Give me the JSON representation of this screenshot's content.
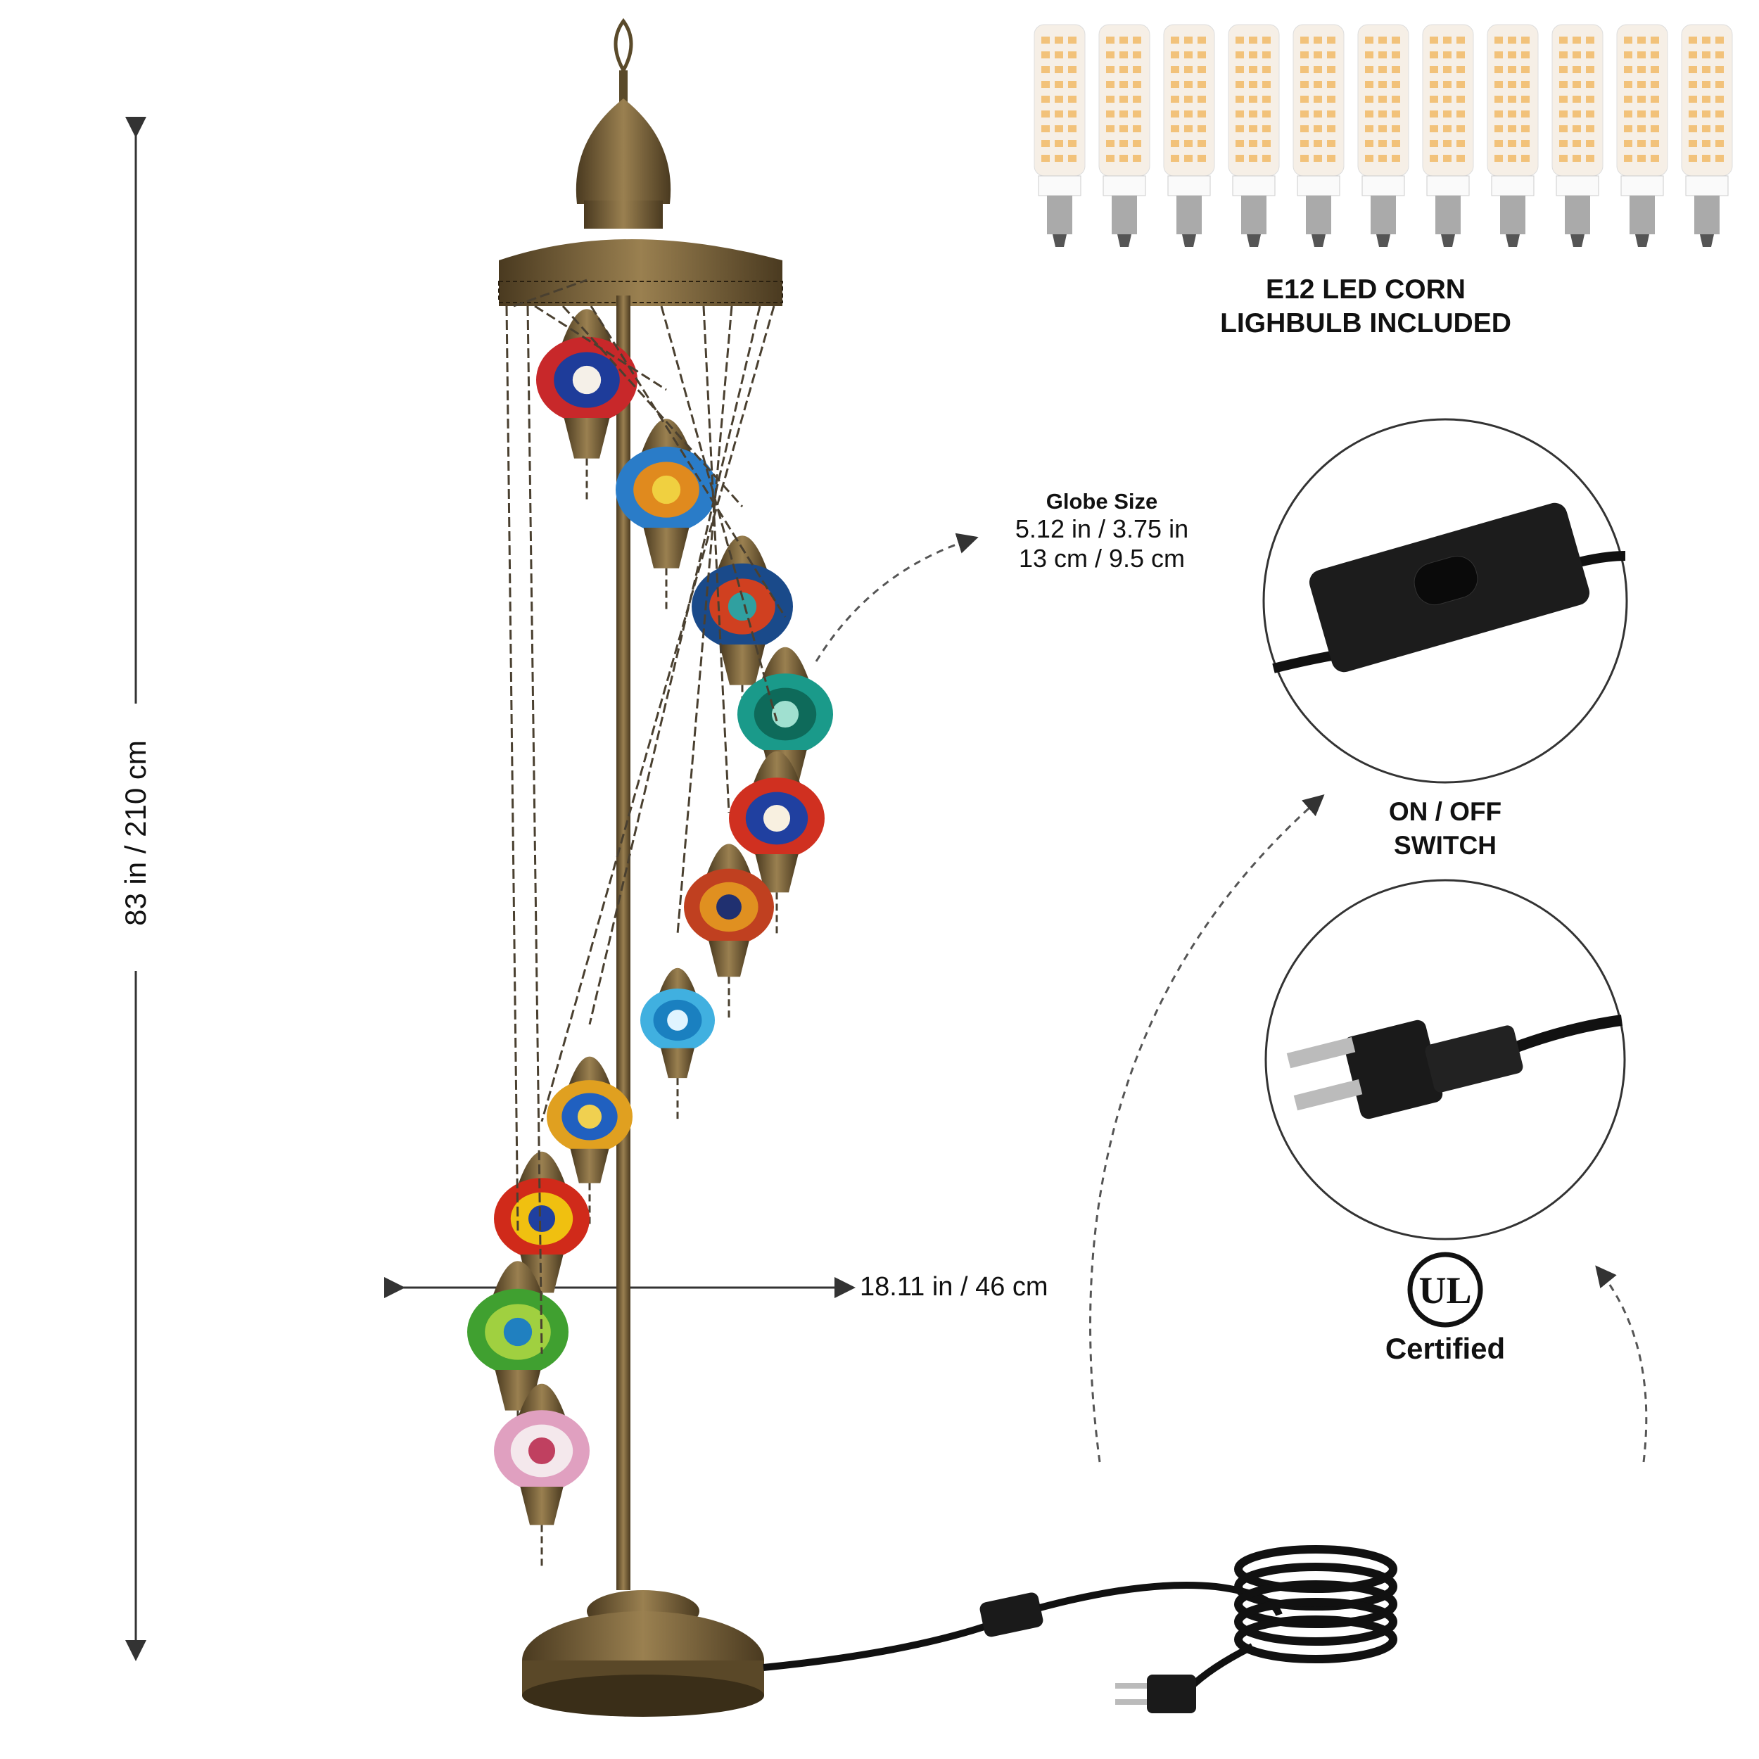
{
  "height_dimension": {
    "label": "83 in / 210 cm"
  },
  "width_dimension": {
    "label": "18.11 in / 46 cm"
  },
  "globe_size": {
    "title": "Globe Size",
    "line1": "5.12 in / 3.75 in",
    "line2": "13 cm / 9.5 cm"
  },
  "bulbs": {
    "count": 11,
    "line1": "E12 LED CORN",
    "line2": "LIGHBULB INCLUDED"
  },
  "switch_callout": {
    "line1": "ON / OFF",
    "line2": "SWITCH"
  },
  "certification": {
    "logo": "UL",
    "label": "Certified"
  },
  "globes": [
    {
      "colors": [
        "#c8282a",
        "#1e3c9a",
        "#f5f0e8"
      ]
    },
    {
      "colors": [
        "#2a7cc8",
        "#e08a1e",
        "#f0d040"
      ]
    },
    {
      "colors": [
        "#1a4a8a",
        "#d04020",
        "#30a0a0"
      ]
    },
    {
      "colors": [
        "#1a9a8a",
        "#0e6a5a",
        "#a0e0d0"
      ]
    },
    {
      "colors": [
        "#d03020",
        "#2040a0",
        "#f8f0e0"
      ]
    },
    {
      "colors": [
        "#c04020",
        "#e09020",
        "#203070"
      ]
    },
    {
      "colors": [
        "#40b0e0",
        "#1a80c0",
        "#e0f4ff"
      ]
    },
    {
      "colors": [
        "#e0a020",
        "#2060c0",
        "#f0d050"
      ]
    },
    {
      "colors": [
        "#d02a1a",
        "#f0c010",
        "#2040a0"
      ]
    },
    {
      "colors": [
        "#40a030",
        "#a0d040",
        "#2080c0"
      ]
    },
    {
      "colors": [
        "#e0a0c0",
        "#f4e8ec",
        "#c04060"
      ]
    }
  ],
  "colors": {
    "brass": "#7a6338",
    "brass_dark": "#4a3a20",
    "cord": "#111111",
    "bulb_amber": "#f2c27a"
  }
}
